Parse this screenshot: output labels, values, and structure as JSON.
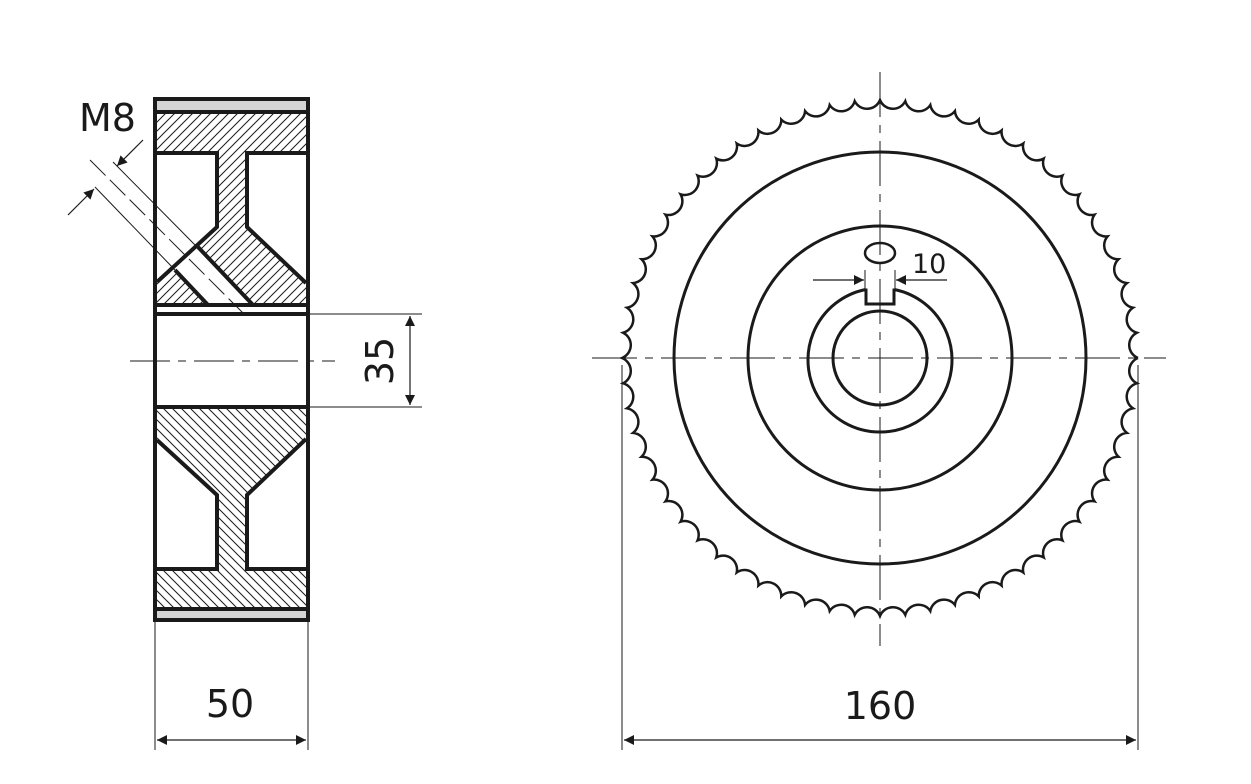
{
  "drawing": {
    "side_view": {
      "thread_label": "M8",
      "bore_dimension": "35",
      "width_dimension": "50"
    },
    "front_view": {
      "outer_diameter_dimension": "160",
      "keyway_width_dimension": "10"
    }
  },
  "colors": {
    "line": "#1a1a1a",
    "strip": "#d4d4d4"
  }
}
